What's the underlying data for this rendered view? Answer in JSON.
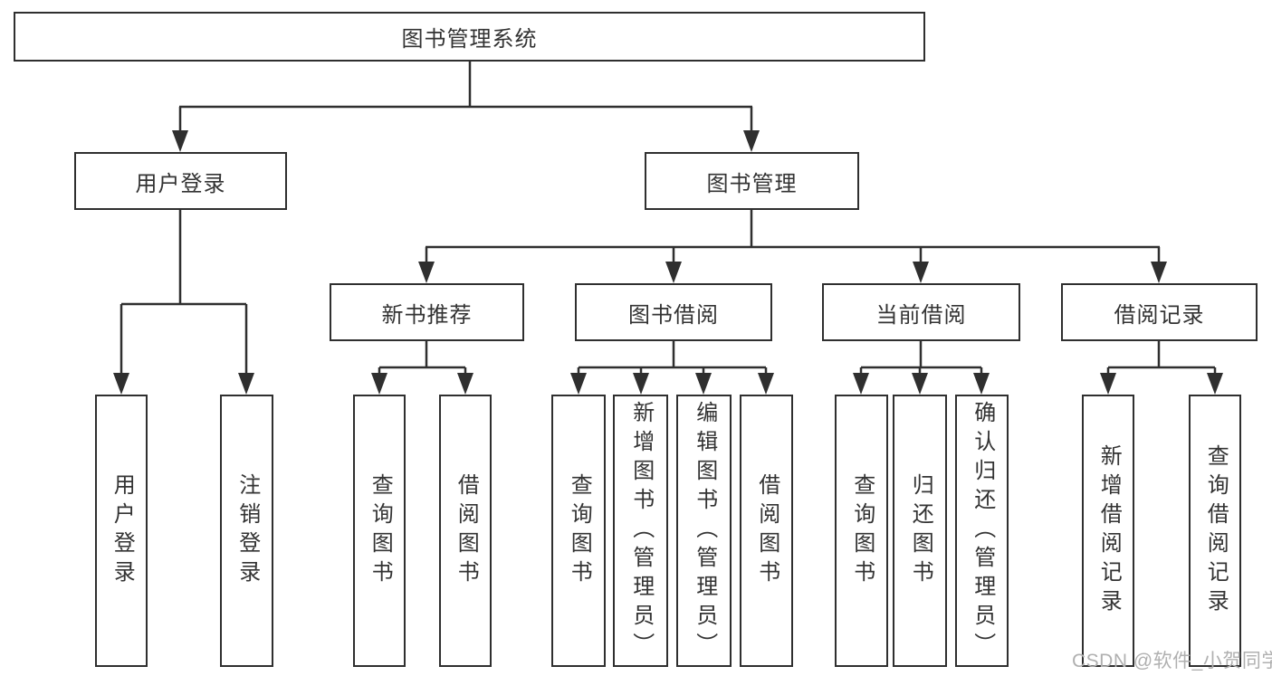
{
  "tree": {
    "label": "图书管理系统",
    "children": [
      {
        "label": "用户登录",
        "children": [
          {
            "label": "用户登录"
          },
          {
            "label": "注销登录"
          }
        ]
      },
      {
        "label": "图书管理",
        "children": [
          {
            "label": "新书推荐",
            "children": [
              {
                "label": "查询图书"
              },
              {
                "label": "借阅图书"
              }
            ]
          },
          {
            "label": "图书借阅",
            "children": [
              {
                "label": "查询图书"
              },
              {
                "label": "新增图书（管理员）"
              },
              {
                "label": "编辑图书（管理员）"
              },
              {
                "label": "借阅图书"
              }
            ]
          },
          {
            "label": "当前借阅",
            "children": [
              {
                "label": "查询图书"
              },
              {
                "label": "归还图书"
              },
              {
                "label": "确认归还（管理员）"
              }
            ]
          },
          {
            "label": "借阅记录",
            "children": [
              {
                "label": "新增借阅记录"
              },
              {
                "label": "查询借阅记录"
              }
            ]
          }
        ]
      }
    ]
  },
  "watermark": {
    "text": "CSDN @软件_小贺同学"
  },
  "colors": {
    "line": "#2f2f2f",
    "text": "#333333",
    "box_background": "#ffffff",
    "page_background": "#ffffff",
    "watermark": "#b0b0b0"
  }
}
